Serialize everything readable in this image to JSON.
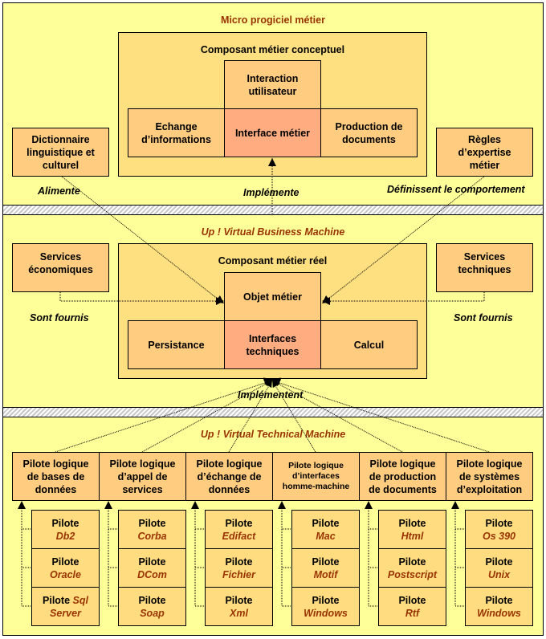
{
  "sections": {
    "top_title": "Micro progiciel métier",
    "middle_title": "Up ! Virtual Business Machine",
    "bottom_title": "Up ! Virtual Technical Machine"
  },
  "top": {
    "container_label": "Composant métier conceptuel",
    "interaction": "Interaction utilisateur",
    "echange": "Echange d’informations",
    "interface": "Interface métier",
    "production": "Production de documents",
    "dictionnaire": "Dictionnaire linguistique et culturel",
    "regles": "Règles d’expertise métier",
    "label_alimente": "Alimente",
    "label_implemente": "Implémente",
    "label_definissent": "Définissent le comportement"
  },
  "middle": {
    "container_label": "Composant métier réel",
    "objet": "Objet métier",
    "persistance": "Persistance",
    "interfaces_tech": "Interfaces techniques",
    "calcul": "Calcul",
    "services_eco": "Services économiques",
    "services_tech": "Services techniques",
    "label_sont_fournis_left": "Sont fournis",
    "label_sont_fournis_right": "Sont fournis",
    "label_implementent": "Implémentent"
  },
  "logical_pilots": [
    {
      "label": "Pilote logique de bases de données",
      "small": false,
      "drivers": [
        {
          "prefix": "Pilote",
          "name": "Db2"
        },
        {
          "prefix": "Pilote",
          "name": "Oracle"
        },
        {
          "prefix": "Pilote",
          "name": "Sql Server",
          "inline": true
        }
      ]
    },
    {
      "label": "Pilote logique d’appel de services",
      "small": false,
      "drivers": [
        {
          "prefix": "Pilote",
          "name": "Corba"
        },
        {
          "prefix": "Pilote",
          "name": "DCom"
        },
        {
          "prefix": "Pilote",
          "name": "Soap"
        }
      ]
    },
    {
      "label": "Pilote logique d’échange de données",
      "small": false,
      "drivers": [
        {
          "prefix": "Pilote",
          "name": "Edifact"
        },
        {
          "prefix": "Pilote",
          "name": "Fichier"
        },
        {
          "prefix": "Pilote",
          "name": "Xml"
        }
      ]
    },
    {
      "label": "Pilote logique d’interfaces homme-machine",
      "small": true,
      "drivers": [
        {
          "prefix": "Pilote",
          "name": "Mac"
        },
        {
          "prefix": "Pilote",
          "name": "Motif"
        },
        {
          "prefix": "Pilote",
          "name": "Windows"
        }
      ]
    },
    {
      "label": "Pilote logique de production de documents",
      "small": false,
      "drivers": [
        {
          "prefix": "Pilote",
          "name": "Html"
        },
        {
          "prefix": "Pilote",
          "name": "Postscript"
        },
        {
          "prefix": "Pilote",
          "name": "Rtf"
        }
      ]
    },
    {
      "label": "Pilote logique de systèmes d’exploitation",
      "small": false,
      "drivers": [
        {
          "prefix": "Pilote",
          "name": "Os 390"
        },
        {
          "prefix": "Pilote",
          "name": "Unix"
        },
        {
          "prefix": "Pilote",
          "name": "Windows"
        }
      ]
    }
  ],
  "colors": {
    "background": "#ffff99",
    "container": "#ffe080",
    "box": "#ffcc80",
    "highlight": "#ffad80",
    "title_text": "#993300"
  }
}
